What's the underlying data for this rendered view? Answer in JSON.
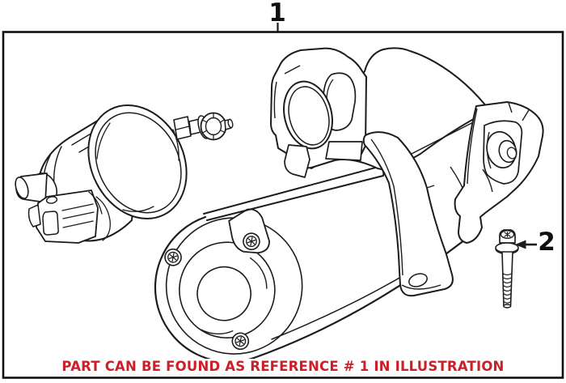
{
  "illustration": {
    "callouts": {
      "ref1": "1",
      "ref2": "2"
    },
    "caption": "PART CAN BE FOUND AS REFERENCE # 1 IN ILLUSTRATION",
    "parts_shown": {
      "ref1_drawing": "starter-motor-assembly-with-solenoid",
      "ref2_drawing": "hex-flange-bolt"
    },
    "colors": {
      "caption_red": "#cb2027",
      "line_ink": "#1c1c1c",
      "frame_border": "#111111",
      "background": "#ffffff"
    }
  }
}
